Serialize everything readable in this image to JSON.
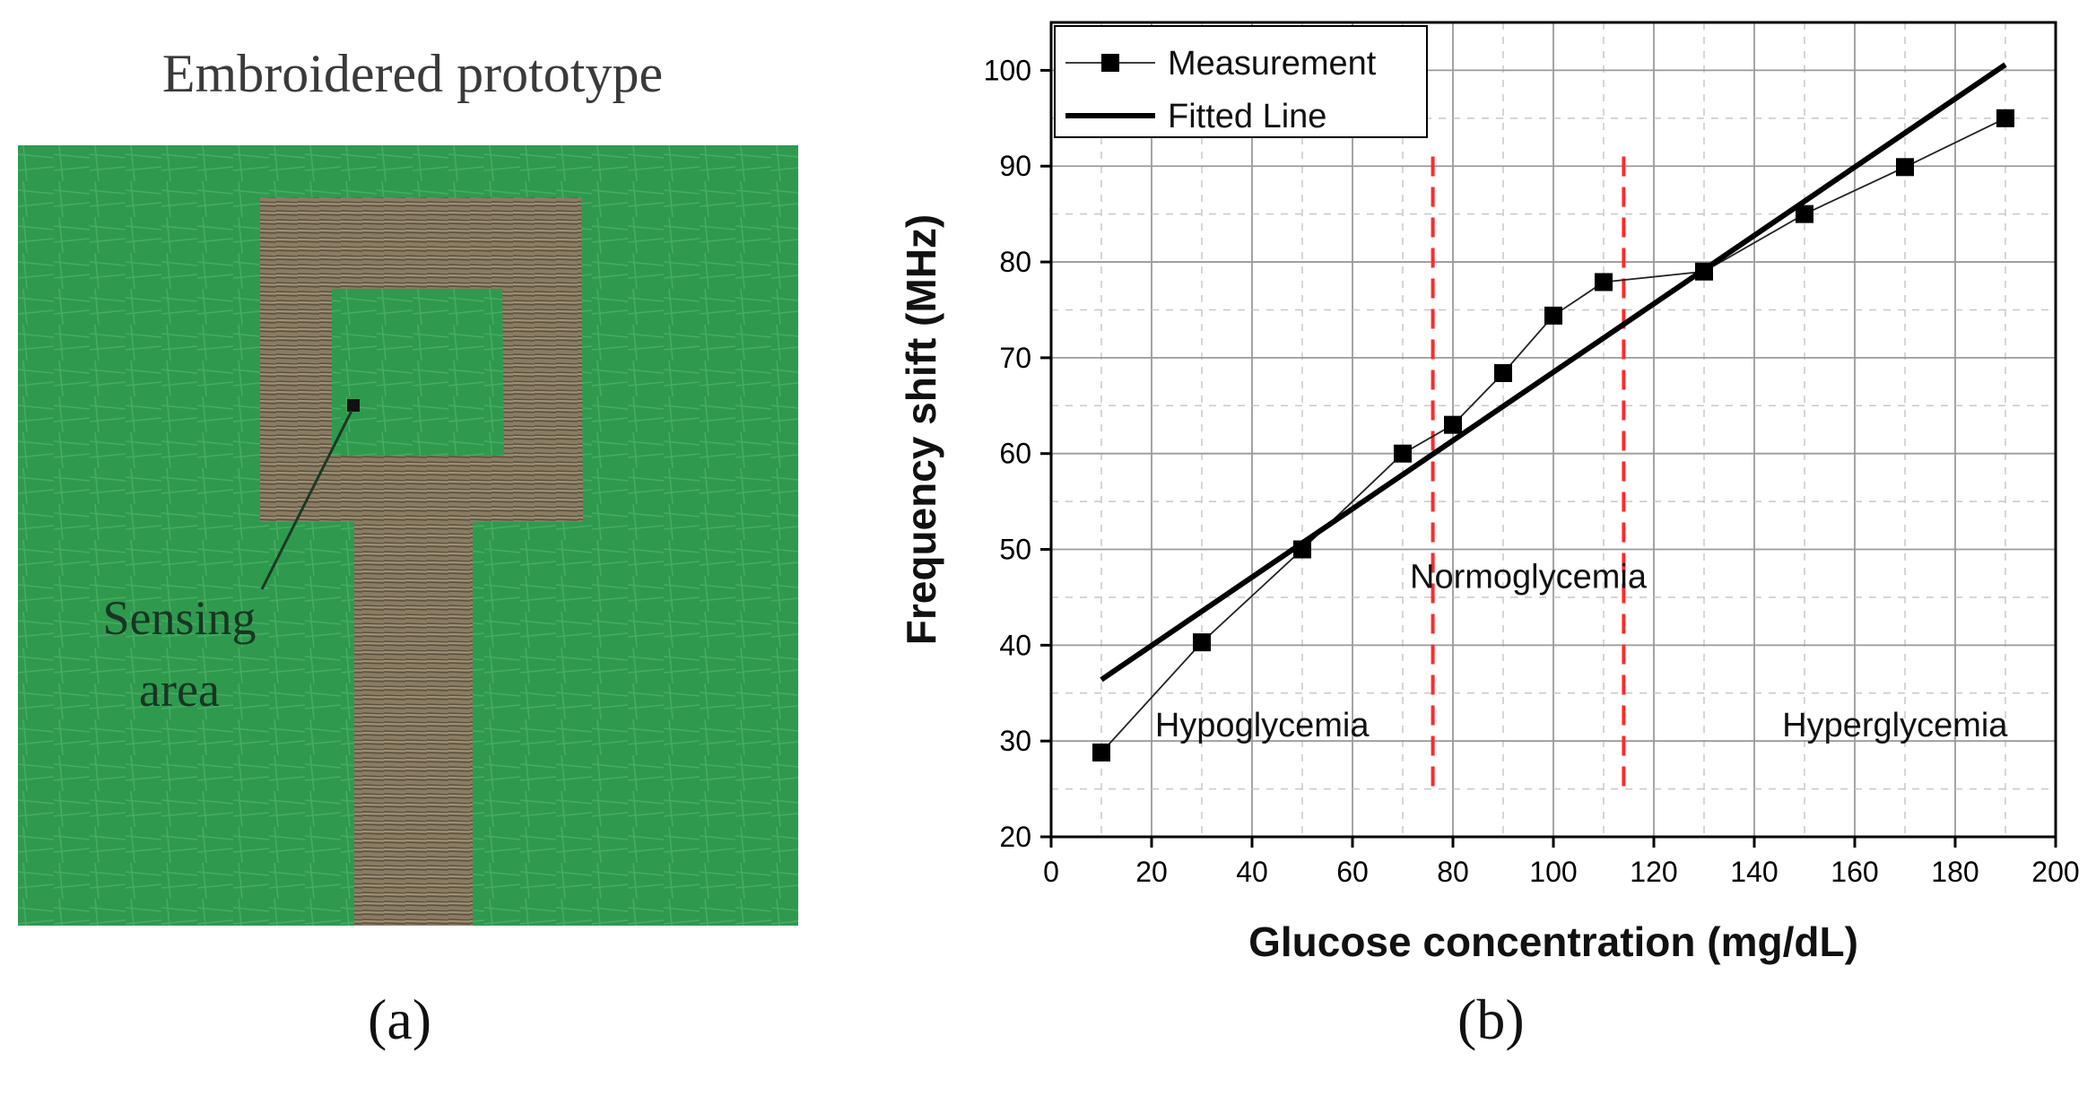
{
  "panel_a": {
    "title": "Embroidered prototype",
    "annotation_line1": "Sensing",
    "annotation_line2": "area",
    "label": "(a)",
    "colors": {
      "fabric": "#2f9a4e",
      "thread": "#8a7c62"
    }
  },
  "panel_b": {
    "label": "(b)"
  },
  "chart_data": {
    "type": "line",
    "xlabel": "Glucose concentration (mg/dL)",
    "ylabel": "Frequency shift (MHz)",
    "xlim": [
      0,
      200
    ],
    "ylim": [
      20,
      105
    ],
    "xticks": [
      0,
      20,
      40,
      60,
      80,
      100,
      120,
      140,
      160,
      180,
      200
    ],
    "yticks": [
      20,
      30,
      40,
      50,
      60,
      70,
      80,
      90,
      100
    ],
    "grid": true,
    "legend_position": "top-left",
    "series": [
      {
        "name": "Measurement",
        "style": "line-marker",
        "x": [
          10,
          30,
          50,
          70,
          80,
          90,
          100,
          110,
          130,
          150,
          170,
          190
        ],
        "y": [
          28.8,
          40.3,
          50,
          60,
          63,
          68.4,
          74.4,
          77.9,
          79,
          85,
          89.9,
          95
        ]
      },
      {
        "name": "Fitted Line",
        "style": "line",
        "x": [
          10,
          190
        ],
        "y": [
          36.4,
          100.6
        ]
      }
    ],
    "annotations": [
      {
        "text": "Hypoglycemia",
        "x": 42,
        "y": 30.5
      },
      {
        "text": "Normoglycemia",
        "x": 95,
        "y": 46
      },
      {
        "text": "Hyperglycemia",
        "x": 168,
        "y": 30.5
      }
    ],
    "thresholds": [
      {
        "x": 76,
        "y_from": 24.5,
        "y_to": 91
      },
      {
        "x": 114,
        "y_from": 24.5,
        "y_to": 91
      }
    ],
    "colors": {
      "threshold": "#ff2a2a",
      "series": "#000000"
    }
  }
}
